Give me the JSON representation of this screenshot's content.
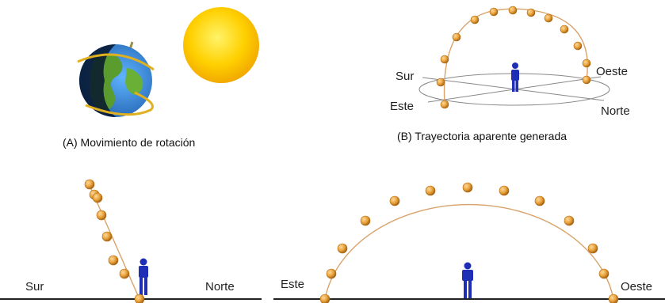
{
  "panel_a": {
    "caption": "(A) Movimiento de rotación",
    "earth_icon": "earth-globe-icon",
    "sun_icon": "sun-icon"
  },
  "panel_b": {
    "caption": "(B) Trayectoria aparente generada",
    "labels": {
      "sur": "Sur",
      "este": "Este",
      "oeste": "Oeste",
      "norte": "Norte"
    },
    "person_icon": "standing-person-icon"
  },
  "panel_c": {
    "labels": {
      "sur": "Sur",
      "norte": "Norte"
    },
    "person_icon": "standing-person-icon"
  },
  "panel_d": {
    "labels": {
      "este": "Este",
      "oeste": "Oeste"
    },
    "person_icon": "standing-person-icon"
  },
  "colors": {
    "sun_ball": "#e8a23a",
    "sun_ball_dark": "#b26a12",
    "path_line": "#d9a26a",
    "person": "#1e2fb5",
    "ground": "#222222",
    "big_sun": "#f7c300"
  }
}
